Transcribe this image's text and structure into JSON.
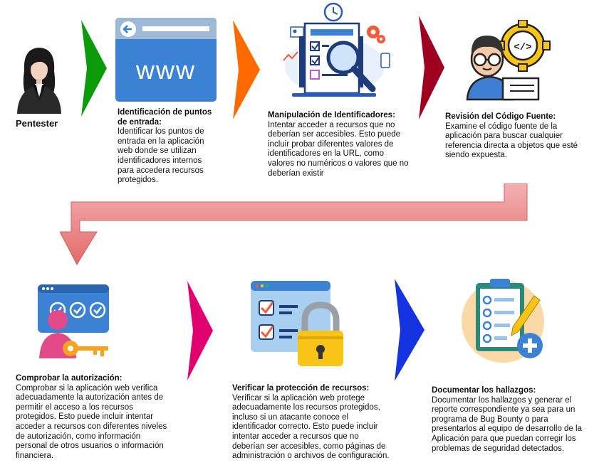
{
  "actor": {
    "label": "Pentester"
  },
  "steps": [
    {
      "title": "Identificación de puntos de entrada:",
      "body": "Identificar los puntos de entrada en la aplicación web donde se utilizan identificadores internos para accedera recursos protegidos.",
      "icon": "www-browser-icon"
    },
    {
      "title": "Manipulación de Identificadores:",
      "body": "Intentar acceder a recursos que no deberían ser accesibles. Esto puede incluir probar diferentes valores de identificadores en la URL, como valores no numéricos o valores que no deberían existir",
      "icon": "document-magnifier-icon"
    },
    {
      "title": "Revisión del Código Fuente:",
      "body": "Examine el código fuente de la aplicación para buscar cualquier referencia directa a objetos que esté siendo expuesta.",
      "icon": "developer-code-icon"
    },
    {
      "title": "Comprobar la autorización:",
      "body": "Comprobar si la aplicación web verifica adecuadamente la autorización antes de permitir el acceso a los recursos protegidos. Esto puede incluir intentar acceder a recursos con diferentes niveles de autorización, como información personal de otros usuarios o información financiera.",
      "icon": "user-key-icon"
    },
    {
      "title": "Verificar la protección de recursos:",
      "body": "Verificar si la aplicación web protege adecuadamente los recursos protegidos, incluso si un atacante conoce el identificador correcto. Esto puede incluir intentar acceder a recursos que no deberían ser accesibles, como páginas de administración o archivos de configuración.",
      "icon": "checklist-lock-icon"
    },
    {
      "title": "Documentar los hallazgos:",
      "body": "Documentar los hallazgos y generar el reporte correspondiente ya sea para un programa de Bug Bounty o para presentarlos al equipo de desarrollo de la Aplicación para que puedan corregir los problemas de seguridad detectados.",
      "icon": "clipboard-report-icon"
    }
  ],
  "icons": {
    "www_text": "www"
  },
  "colors": {
    "arrow_1": "#0a9a0a",
    "arrow_2": "#ff6a00",
    "arrow_3": "#a00020",
    "arrow_return": "#f08a8a",
    "arrow_4": "#e0006e",
    "arrow_5": "#1533e0"
  }
}
